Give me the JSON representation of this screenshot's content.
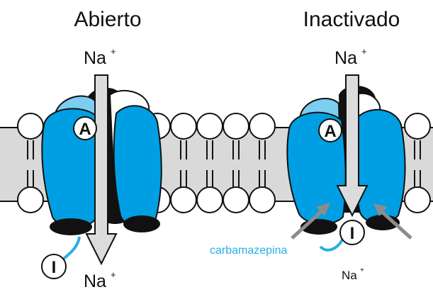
{
  "panels": {
    "open": {
      "title": "Abierto",
      "ion_top": "Na",
      "ion_top_charge": "+",
      "ion_bottom": "Na",
      "ion_bottom_charge": "+",
      "gate_activation": "A",
      "gate_inactivation": "I"
    },
    "inactivated": {
      "title": "Inactivado",
      "ion_top": "Na",
      "ion_top_charge": "+",
      "ion_bottom": "Na",
      "ion_bottom_charge": "+",
      "gate_activation": "A",
      "gate_inactivation": "I",
      "drug_label": "carbamazepina"
    }
  },
  "colors": {
    "channel_blue": "#009fe3",
    "channel_light_blue": "#7ccdf0",
    "drug_blue": "#29aee3",
    "membrane_gray": "#d9d9d9",
    "arrow_gray": "#dcdcdc",
    "pointer_gray": "#8c8c8c"
  }
}
